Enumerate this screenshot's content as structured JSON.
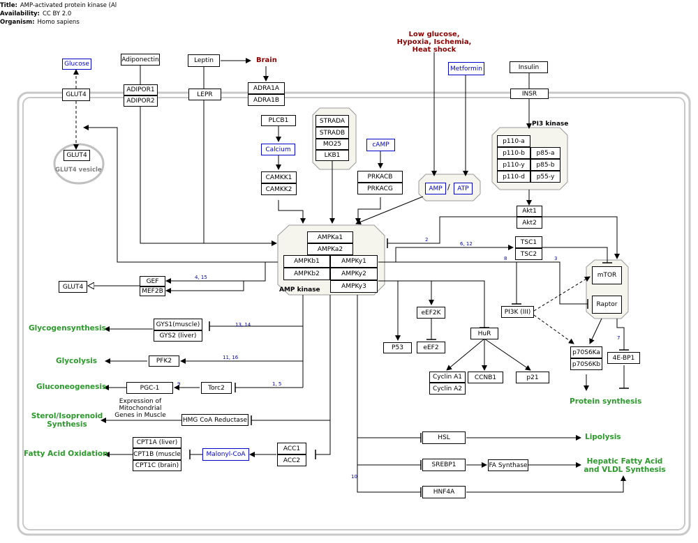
{
  "meta": {
    "title_label": "Title:",
    "title": "AMP-activated protein kinase (Al",
    "availability_label": "Availability:",
    "availability": "CC BY 2.0",
    "organism_label": "Organism:",
    "organism": "Homo sapiens"
  },
  "nodes": {
    "glucose": "Glucose",
    "adiponectin": "Adiponectin",
    "leptin": "Leptin",
    "metformin": "Metformin",
    "insulin": "Insulin",
    "glut4_mem": "GLUT4",
    "adipor1": "ADIPOR1",
    "adipor2": "ADIPOR2",
    "lepr": "LEPR",
    "adra1a": "ADRA1A",
    "adra1b": "ADRA1B",
    "insr": "INSR",
    "plcb1": "PLCB1",
    "calcium": "Calcium",
    "camkk1": "CAMKK1",
    "camkk2": "CAMKK2",
    "strada": "STRADA",
    "stradb": "STRADB",
    "mo25": "MO25",
    "lkb1": "LKB1",
    "camp": "cAMP",
    "prkacb": "PRKACB",
    "prkacg": "PRKACG",
    "amp": "AMP",
    "atp": "ATP",
    "slash": "/",
    "p110a": "p110-a",
    "p110b": "p110-b",
    "p110y": "p110-y",
    "p110d": "p110-d",
    "p85a": "p85-a",
    "p85b": "p85-b",
    "p55y": "p55-y",
    "glut4_ves": "GLUT4",
    "ampka1": "AMPKa1",
    "ampka2": "AMPKa2",
    "ampkb1": "AMPKb1",
    "ampkb2": "AMPKb2",
    "ampky1": "AMPKy1",
    "ampky2": "AMPKy2",
    "ampky3": "AMPKy3",
    "akt1": "Akt1",
    "akt2": "Akt2",
    "tsc1": "TSC1",
    "tsc2": "TSC2",
    "mtor": "mTOR",
    "raptor": "Raptor",
    "gef": "GEF",
    "mef2b": "MEF2B",
    "glut4_out": "GLUT4",
    "eef2k": "eEF2K",
    "eef2": "eEF2",
    "p53": "P53",
    "hur": "HuR",
    "pi3k3": "PI3K (III)",
    "p70s6ka": "p70S6Ka",
    "p70s6kb": "p70S6Kb",
    "ebp1": "4E-BP1",
    "cyclina1": "Cyclin A1",
    "cyclina2": "Cyclin A2",
    "ccnb1": "CCNB1",
    "p21": "p21",
    "gys1": "GYS1(muscle)",
    "gys2": "GYS2 (liver)",
    "pfk2": "PFK2",
    "pgc1": "PGC-1",
    "torc2": "Torc2",
    "hmgcr": "HMG CoA Reductase",
    "cpt1a": "CPT1A (liver)",
    "cpt1b": "CPT1B (muscle",
    "cpt1c": "CPT1C (brain)",
    "malonyl": "Malonyl-CoA",
    "acc1": "ACC1",
    "acc2": "ACC2",
    "hsl": "HSL",
    "srebp1": "SREBP1",
    "fasynth": "FA Synthase",
    "hnf4a": "HNF4A"
  },
  "labels": {
    "brain": "Brain",
    "stress": "Low glucose,\nHypoxia, Ischemia,\nHeat shock",
    "pi3kinase": "PI3 kinase",
    "glut4_vesicle": "GLUT4 vesicle",
    "ampkinase": "AMP kinase",
    "glycogen": "Glycogensynthesis",
    "glycolysis": "Glycolysis",
    "gluconeo": "Gluconeogenesis",
    "sterol": "Sterol/Isoprenoid\nSynthesis",
    "faox": "Fatty Acid Oxidation",
    "mito": "Expression of\nMitochondrial\nGenes in Muscle",
    "protsynth": "Protein synthesis",
    "lipolysis": "Lipolysis",
    "hepatic": "Hepatic Fatty Acid\nand VLDL Synthesis",
    "ref_2": "2",
    "ref_612": "6, 12",
    "ref_8": "8",
    "ref_3": "3",
    "ref_415": "4, 15",
    "ref_1314": "13, 14",
    "ref_1116": "11, 16",
    "ref_9": "9",
    "ref_15": "1, 5",
    "ref_7": "7",
    "ref_10": "10"
  },
  "colors": {
    "pathway_green": "#2b9a2b",
    "stimulus_red": "#8b0000",
    "metabolite_blue": "#0000cc",
    "compartment_grey": "#c0c0c0",
    "complex_fill": "#f5f5ee"
  }
}
